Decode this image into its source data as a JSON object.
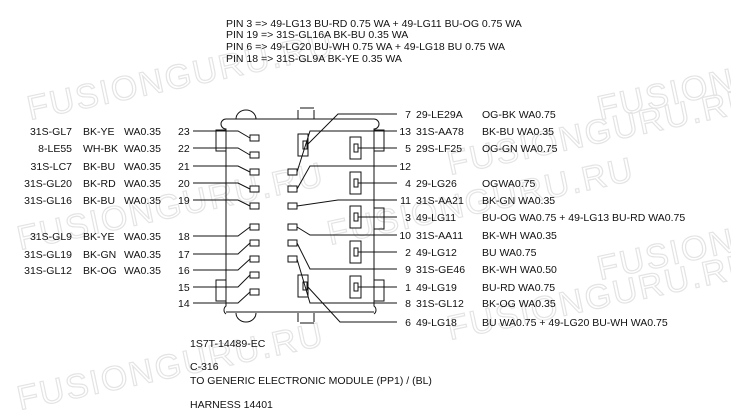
{
  "notes": [
    "PIN 3 => 49-LG13 BU-RD 0.75 WA + 49-LG11 BU-OG 0.75 WA",
    "PIN 19 => 31S-GL16A BK-BU 0.35 WA",
    "PIN 6 => 49-LG20 BU-WH 0.75 WA + 49-LG18 BU 0.75 WA",
    "PIN 18 => 31S-GL9A BK-YE 0.35 WA"
  ],
  "left_pins": [
    {
      "pin": "23",
      "circuit": "31S-GL7",
      "color": "BK-YE",
      "wire": "WA0.35"
    },
    {
      "pin": "22",
      "circuit": "8-LE55",
      "color": "WH-BK",
      "wire": "WA0.35"
    },
    {
      "pin": "21",
      "circuit": "31S-LC7",
      "color": "BK-BU",
      "wire": "WA0.35"
    },
    {
      "pin": "20",
      "circuit": "31S-GL20",
      "color": "BK-RD",
      "wire": "WA0.35"
    },
    {
      "pin": "19",
      "circuit": "31S-GL16",
      "color": "BK-BU",
      "wire": "WA0.35"
    },
    {
      "pin": "18",
      "circuit": "31S-GL9",
      "color": "BK-YE",
      "wire": "WA0.35"
    },
    {
      "pin": "17",
      "circuit": "31S-GL19",
      "color": "BK-GN",
      "wire": "WA0.35"
    },
    {
      "pin": "16",
      "circuit": "31S-GL12",
      "color": "BK-OG",
      "wire": "WA0.35"
    },
    {
      "pin": "15",
      "circuit": "",
      "color": "",
      "wire": ""
    },
    {
      "pin": "14",
      "circuit": "",
      "color": "",
      "wire": ""
    }
  ],
  "right_pins": [
    {
      "pin": "7",
      "circuit": "29-LE29A",
      "detail": "OG-BK  WA0.75"
    },
    {
      "pin": "13",
      "circuit": "31S-AA78",
      "detail": "BK-BU  WA0.35"
    },
    {
      "pin": "5",
      "circuit": "29S-LF25",
      "detail": "OG-GN WA0.75"
    },
    {
      "pin": "12",
      "circuit": "",
      "detail": ""
    },
    {
      "pin": "4",
      "circuit": "29-LG26",
      "detail": "OGWA0.75"
    },
    {
      "pin": "11",
      "circuit": "31S-AA21",
      "detail": "BK-GN  WA0.35"
    },
    {
      "pin": "3",
      "circuit": "49-LG11",
      "detail": "BU-OG  WA0.75  + 49-LG13    BU-RD  WA0.75"
    },
    {
      "pin": "10",
      "circuit": "31S-AA11",
      "detail": "BK-WH WA0.35"
    },
    {
      "pin": "2",
      "circuit": "49-LG12",
      "detail": "BU WA0.75"
    },
    {
      "pin": "9",
      "circuit": "31S-GE46",
      "detail": "BK-WH WA0.50"
    },
    {
      "pin": "1",
      "circuit": "49-LG19",
      "detail": "BU-RD  WA0.75"
    },
    {
      "pin": "8",
      "circuit": "31S-GL12",
      "detail": "BK-OG  WA0.35"
    },
    {
      "pin": "6",
      "circuit": "49-LG18",
      "detail": "BU WA0.75  + 49-LG20    BU-WH WA0.75"
    }
  ],
  "footer": {
    "part_number": "1S7T-14489-EC",
    "connector": "C-316",
    "description": "TO GENERIC ELECTRONIC MODULE (PP1) / (BL)",
    "harness": "HARNESS 14401"
  },
  "watermark": "FUSIONGURU.RU"
}
